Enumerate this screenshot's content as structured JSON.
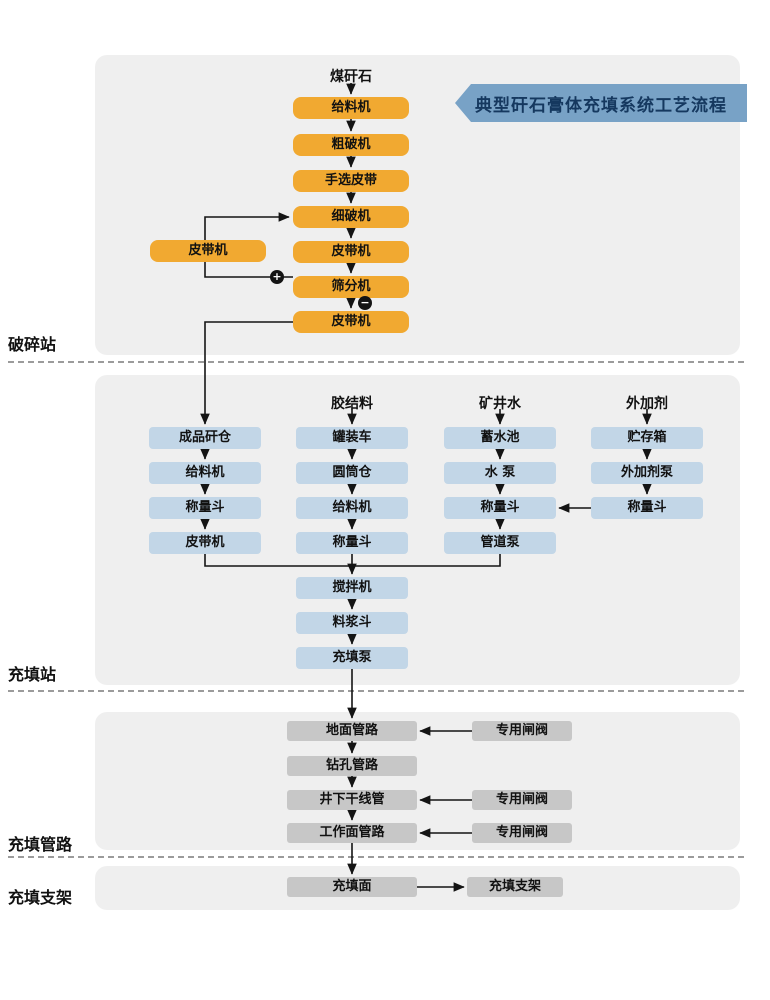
{
  "banner": {
    "title": "典型矸石膏体充填系统工艺流程"
  },
  "colors": {
    "node_orange": "#F1A931",
    "node_blue": "#C2D6E7",
    "node_gray": "#C7C7C7",
    "panel_bg": "#EFEFEF",
    "banner_bg": "#78A2C6",
    "banner_text": "#15385F"
  },
  "crushing": {
    "section_label": "破碎站",
    "source": "煤矸石",
    "chain": [
      "给料机",
      "粗破机",
      "手选皮带",
      "细破机",
      "皮带机",
      "筛分机",
      "皮带机"
    ],
    "return_belt": "皮带机",
    "oversize_symbol": "+",
    "undersize_symbol": "−"
  },
  "filling": {
    "section_label": "充填站",
    "columns": [
      {
        "header": "",
        "nodes": [
          "成品矸仓",
          "给料机",
          "称量斗",
          "皮带机"
        ]
      },
      {
        "header": "胶结料",
        "nodes": [
          "罐装车",
          "圆筒仓",
          "给料机",
          "称量斗"
        ]
      },
      {
        "header": "矿井水",
        "nodes": [
          "蓄水池",
          "水 泵",
          "称量斗",
          "管道泵"
        ]
      },
      {
        "header": "外加剂",
        "nodes": [
          "贮存箱",
          "外加剂泵",
          "称量斗"
        ]
      }
    ],
    "chain": [
      "搅拌机",
      "料浆斗",
      "充填泵"
    ]
  },
  "pipeline": {
    "section_label": "充填管路",
    "chain": [
      "地面管路",
      "钻孔管路",
      "井下干线管",
      "工作面管路"
    ],
    "valves": [
      "专用闸阀",
      "专用闸阀",
      "专用闸阀"
    ]
  },
  "support": {
    "section_label": "充填支架",
    "face": "充填面",
    "bracket": "充填支架"
  }
}
